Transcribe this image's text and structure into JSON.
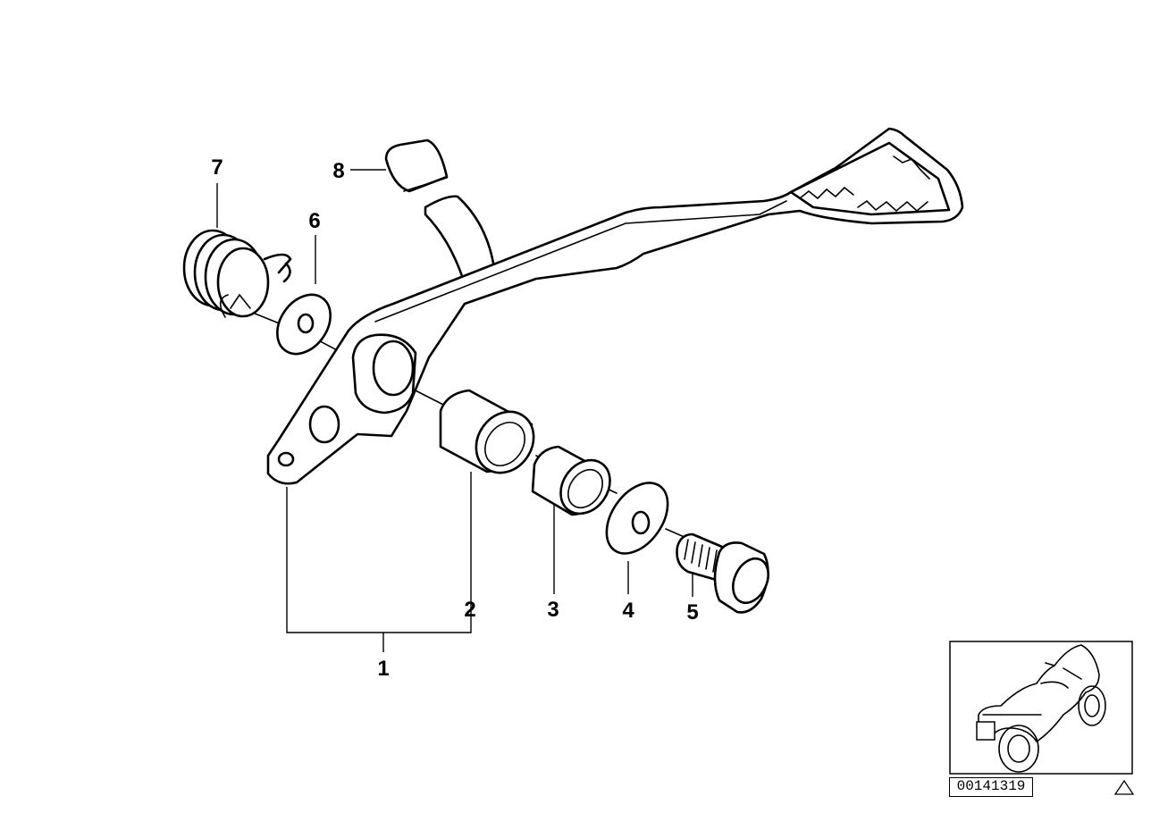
{
  "callouts": [
    {
      "id": "1",
      "label": "1"
    },
    {
      "id": "2",
      "label": "2"
    },
    {
      "id": "3",
      "label": "3"
    },
    {
      "id": "4",
      "label": "4"
    },
    {
      "id": "5",
      "label": "5"
    },
    {
      "id": "6",
      "label": "6"
    },
    {
      "id": "7",
      "label": "7"
    },
    {
      "id": "8",
      "label": "8"
    }
  ],
  "diagram_number": "00141319",
  "icons": {
    "thumbnail": "motorcycle-thumbnail-icon",
    "corner": "warning-triangle-icon"
  }
}
